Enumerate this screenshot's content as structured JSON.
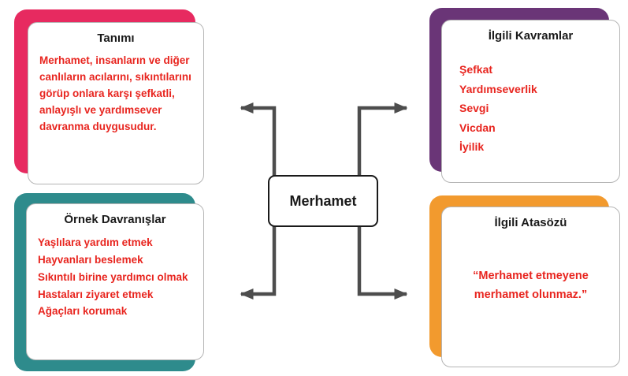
{
  "center": {
    "label": "Merhamet"
  },
  "boxes": {
    "tanimi": {
      "title": "Tanımı",
      "body": "Merhamet, insanların ve diğer canlıların acılarını, sıkıntılarını görüp onlara karşı şefkatli, anlayışlı ve yardımsever davranma duygusudur.",
      "accent": "#E72A60"
    },
    "ornek": {
      "title": "Örnek Davranışlar",
      "items": [
        "Yaşlılara yardım etmek",
        "Hayvanları beslemek",
        "Sıkıntılı birine yardımcı olmak",
        "Hastaları ziyaret etmek",
        "Ağaçları korumak"
      ],
      "accent": "#2E8B8C"
    },
    "kavramlar": {
      "title": "İlgili Kavramlar",
      "items": [
        "Şefkat",
        "Yardımseverlik",
        "Sevgi",
        "Vicdan",
        "İyilik"
      ],
      "accent": "#6A3577"
    },
    "atasozu": {
      "title": "İlgili Atasözü",
      "body": "“Merhamet etmeyene merhamet olunmaz.”",
      "accent": "#F29A2E"
    }
  },
  "colors": {
    "red_text": "#E8251F",
    "arrow": "#4D4D4D"
  }
}
